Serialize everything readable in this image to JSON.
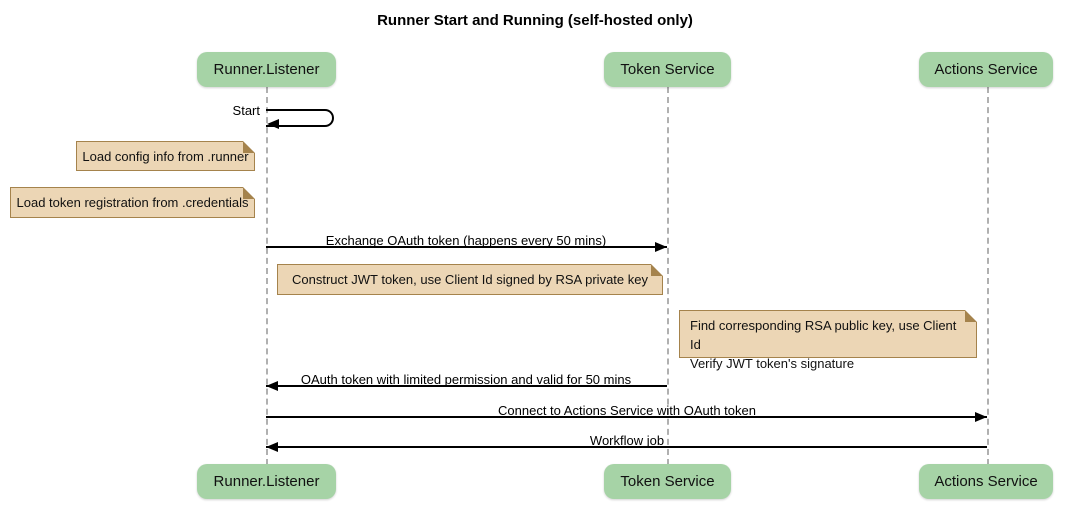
{
  "diagram": {
    "type": "sequence-diagram",
    "title": "Runner Start and Running (self-hosted only)"
  },
  "participants": [
    {
      "name": "Runner.Listener"
    },
    {
      "name": "Token Service"
    },
    {
      "name": "Actions Service"
    }
  ],
  "messages": [
    {
      "label": "Start",
      "from": "Runner.Listener",
      "to": "Runner.Listener",
      "kind": "self"
    },
    {
      "label": "Exchange OAuth token (happens every 50 mins)",
      "from": "Runner.Listener",
      "to": "Token Service",
      "kind": "solid-arrow"
    },
    {
      "label": "OAuth token with limited permission and valid for 50 mins",
      "from": "Token Service",
      "to": "Runner.Listener",
      "kind": "solid-arrow"
    },
    {
      "label": "Connect to Actions Service with OAuth token",
      "from": "Runner.Listener",
      "to": "Actions Service",
      "kind": "solid-arrow"
    },
    {
      "label": "Workflow job",
      "from": "Actions Service",
      "to": "Runner.Listener",
      "kind": "solid-arrow"
    }
  ],
  "notes": [
    {
      "text": "Load config info from .runner",
      "position": "left of Runner.Listener"
    },
    {
      "text": "Load token registration from .credentials",
      "position": "left of Runner.Listener"
    },
    {
      "text": "Construct JWT token, use Client Id signed by RSA private key",
      "position": "right of Runner.Listener"
    },
    {
      "lines": [
        "Find corresponding RSA public key, use Client Id",
        "Verify JWT token's signature"
      ],
      "position": "left of Actions Service"
    }
  ],
  "colors": {
    "participant_fill": "#a6d3a6",
    "note_fill": "#ecd6b5",
    "note_border": "#a5834c",
    "note_fold": "#dcbf93",
    "lifeline": "#b0b0b0",
    "arrow": "#000000"
  }
}
